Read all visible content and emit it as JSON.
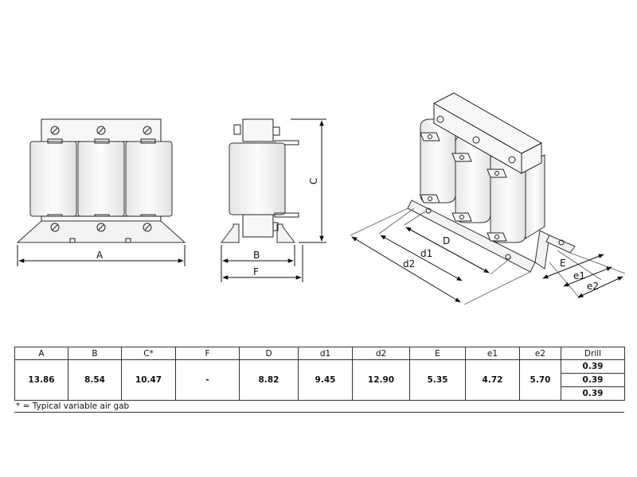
{
  "labels": {
    "A": "A",
    "B": "B",
    "C": "C",
    "F": "F",
    "D": "D",
    "d1": "d1",
    "d2": "d2",
    "E": "E",
    "e1": "e1",
    "e2": "e2"
  },
  "table": {
    "headers": [
      "A",
      "B",
      "C*",
      "F",
      "D",
      "d1",
      "d2",
      "E",
      "e1",
      "e2",
      "Drill"
    ],
    "values": [
      "13.86",
      "8.54",
      "10.47",
      "-",
      "8.82",
      "9.45",
      "12.90",
      "5.35",
      "4.72",
      "5.70"
    ],
    "drill": [
      "0.39",
      "0.39",
      "0.39"
    ]
  },
  "note": "* = Typical variable air gab"
}
